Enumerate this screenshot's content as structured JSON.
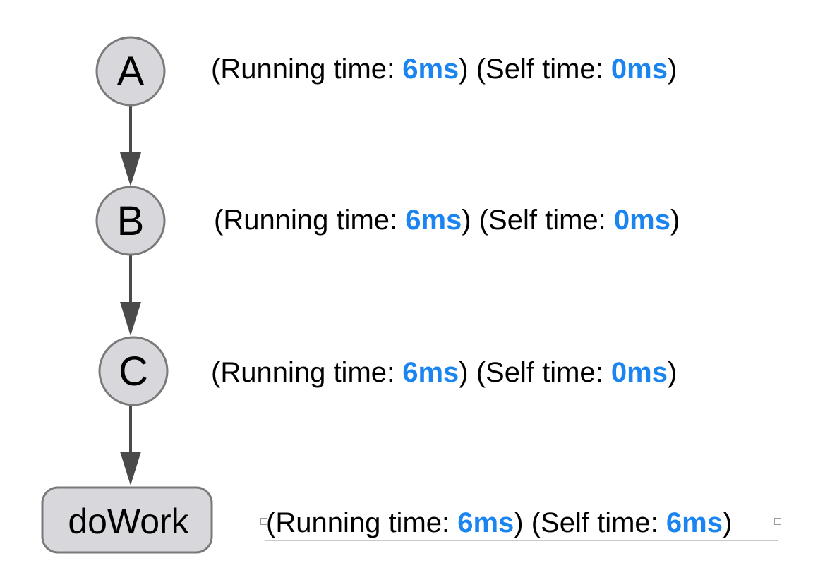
{
  "nodes": [
    {
      "id": "A",
      "label": "A",
      "running_time": "6ms",
      "self_time": "0ms"
    },
    {
      "id": "B",
      "label": "B",
      "running_time": "6ms",
      "self_time": "0ms"
    },
    {
      "id": "C",
      "label": "C",
      "running_time": "6ms",
      "self_time": "0ms"
    },
    {
      "id": "doWork",
      "label": "doWork",
      "running_time": "6ms",
      "self_time": "6ms"
    }
  ],
  "edges": [
    {
      "from": "A",
      "to": "B"
    },
    {
      "from": "B",
      "to": "C"
    },
    {
      "from": "C",
      "to": "doWork"
    }
  ],
  "labels": {
    "running_prefix": "(Running time: ",
    "self_prefix": ") (Self time: ",
    "suffix": ")"
  },
  "colors": {
    "node_fill": "#d8d8dc",
    "node_stroke": "#7a7a7a",
    "edge": "#4a4a4a",
    "value": "#1a84f0"
  }
}
